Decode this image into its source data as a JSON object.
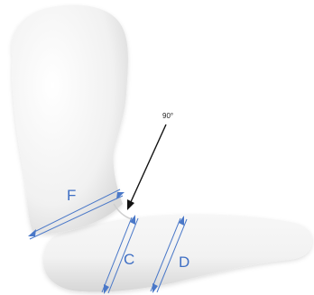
{
  "angle_annotation": {
    "label": "90°"
  },
  "zones": [
    {
      "label": "F"
    },
    {
      "label": "C"
    },
    {
      "label": "D"
    }
  ],
  "colors": {
    "background": "#ffffff",
    "limb": "#f4f4f4",
    "limb_shade": "#dcdcdc",
    "measurement": "#4a78c8",
    "pointer": "#111111"
  }
}
